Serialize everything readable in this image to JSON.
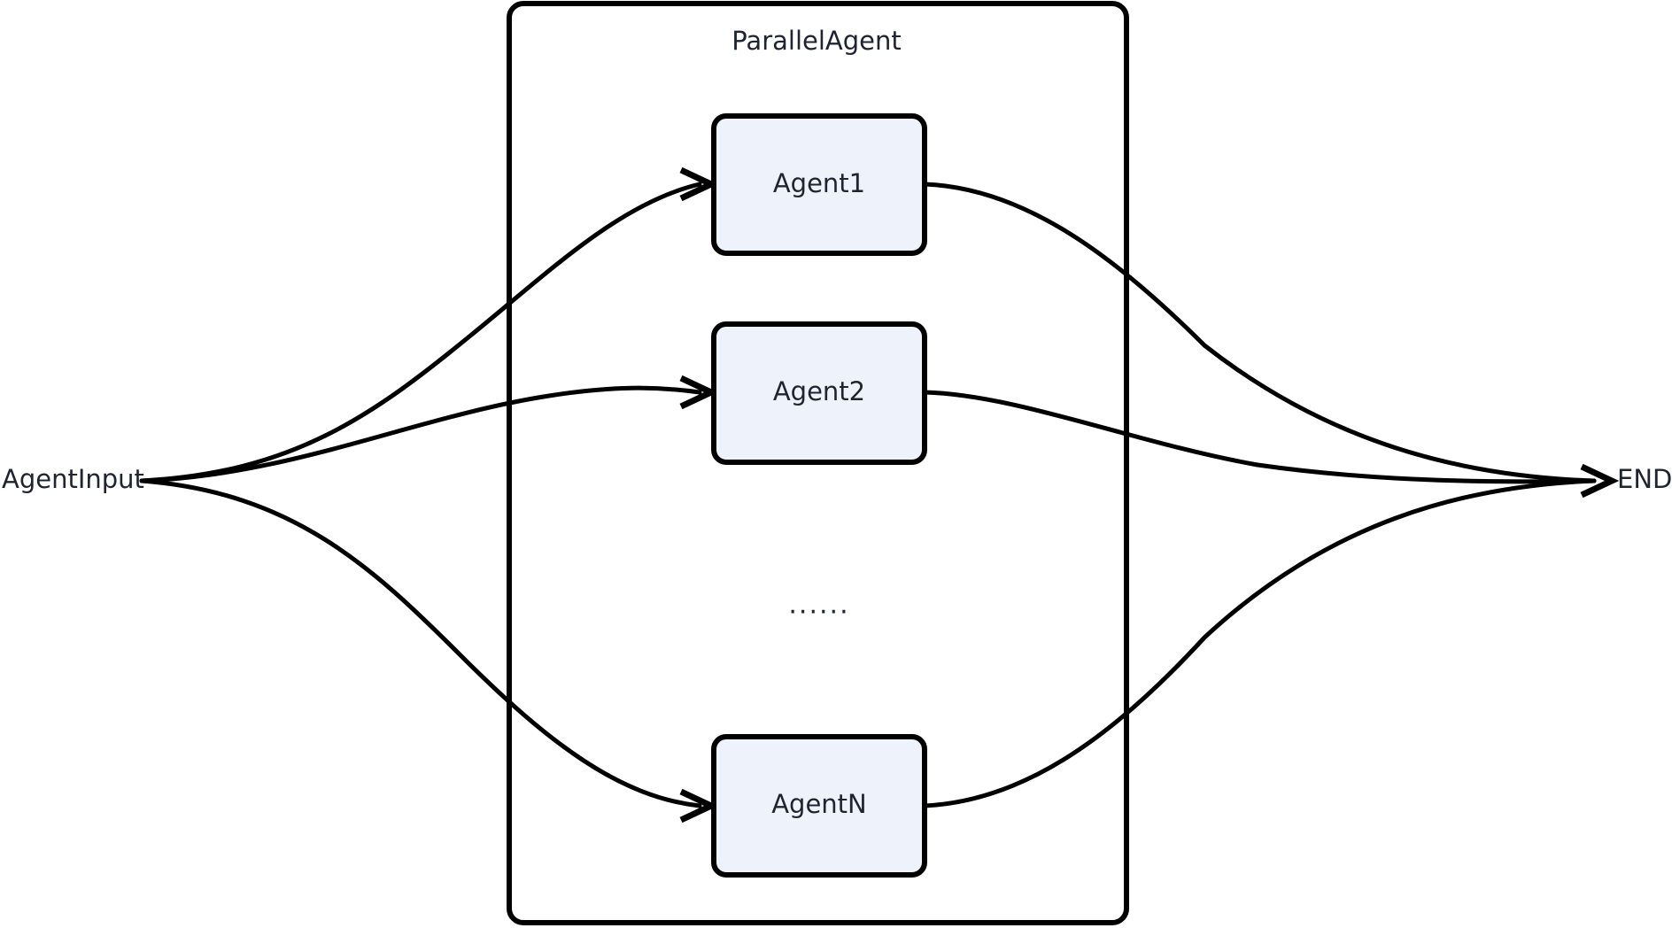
{
  "diagram": {
    "type": "flow-diagram",
    "background_color": "#ffffff",
    "stroke_color": "#000000",
    "text_color": "#1f2430",
    "node_fill_color": "#edf2fb",
    "container": {
      "title": "ParallelAgent"
    },
    "terminals": {
      "input_label": "AgentInput",
      "end_label": "END"
    },
    "agents": [
      {
        "label": "Agent1"
      },
      {
        "label": "Agent2"
      },
      {
        "label": "AgentN"
      }
    ],
    "ellipsis": "......",
    "edges": [
      {
        "from": "AgentInput",
        "to": "Agent1"
      },
      {
        "from": "AgentInput",
        "to": "Agent2"
      },
      {
        "from": "AgentInput",
        "to": "AgentN"
      },
      {
        "from": "Agent1",
        "to": "END"
      },
      {
        "from": "Agent2",
        "to": "END"
      },
      {
        "from": "AgentN",
        "to": "END"
      }
    ]
  }
}
